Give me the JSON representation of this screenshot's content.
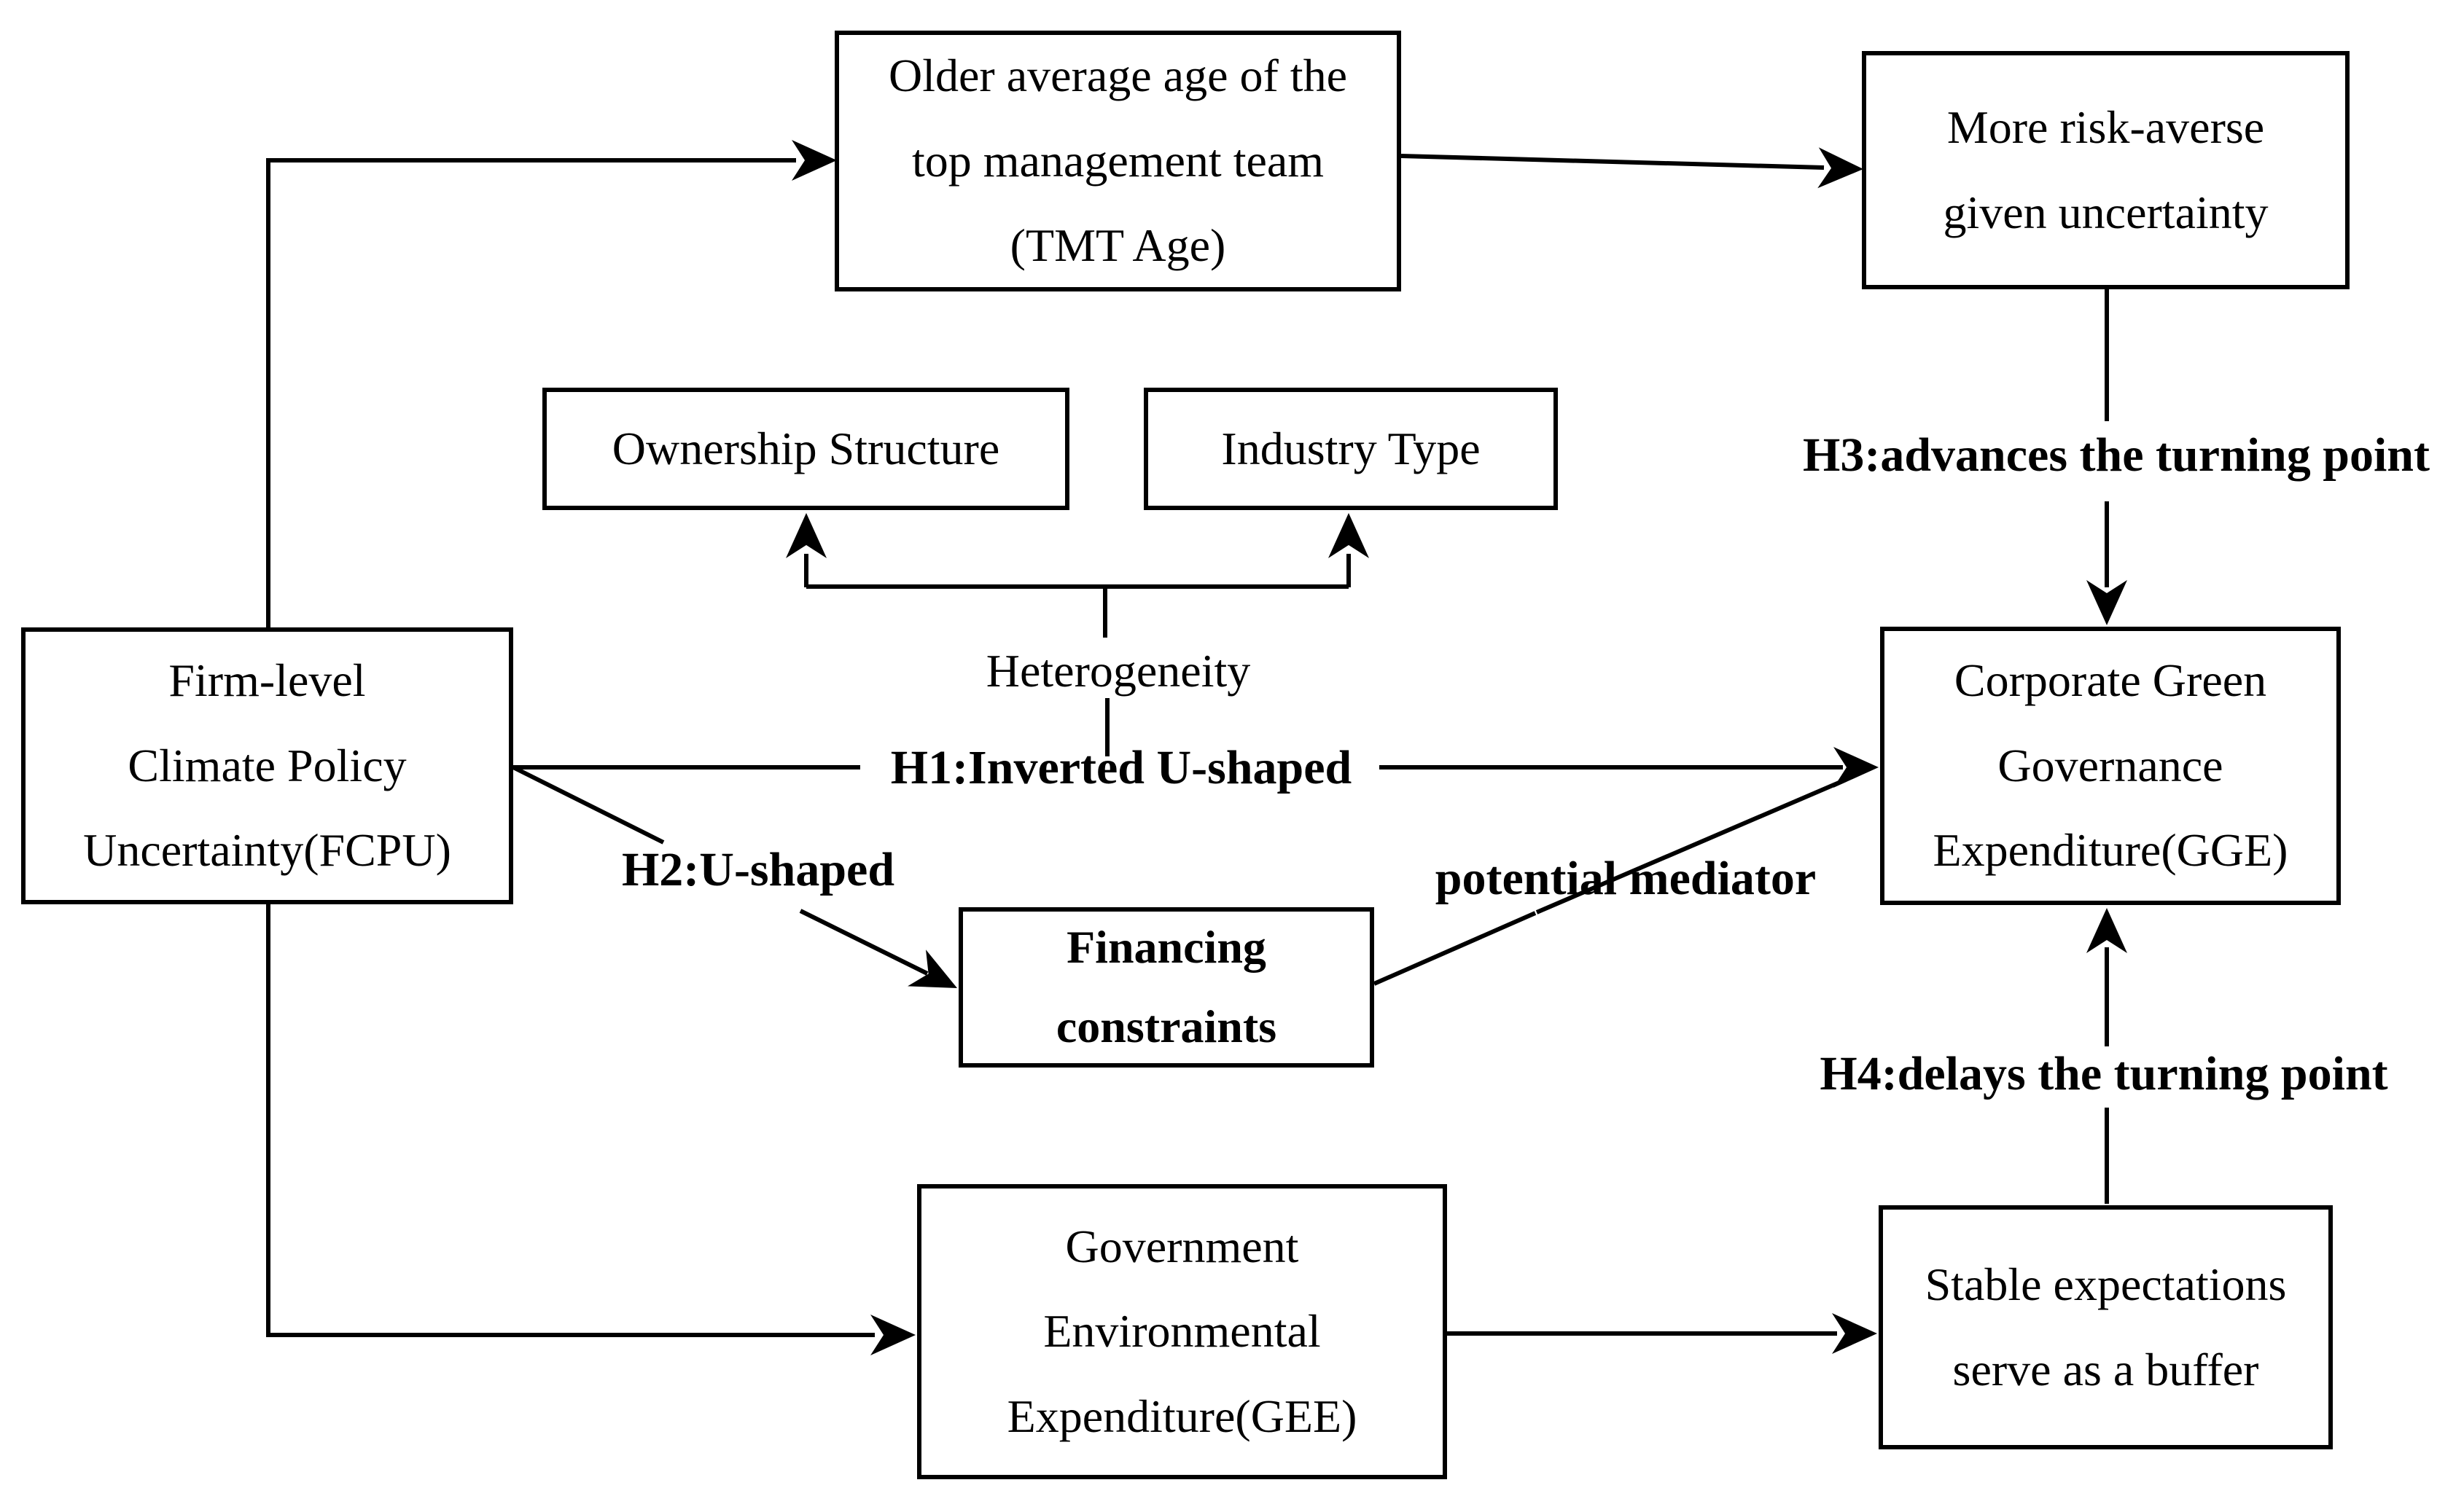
{
  "diagram": {
    "nodes": {
      "tmt": {
        "text": "Older average age of the\ntop management team\n(TMT Age)"
      },
      "risk": {
        "text": "More risk-averse\ngiven uncertainty"
      },
      "ownership": {
        "text": "Ownership Structure"
      },
      "industry": {
        "text": "Industry Type"
      },
      "fcpu": {
        "text": "Firm-level\nClimate Policy\nUncertainty(FCPU)"
      },
      "gge": {
        "text": "Corporate Green\nGovernance\nExpenditure(GGE)"
      },
      "financing": {
        "text": "Financing\nconstraints"
      },
      "gee": {
        "text": "Government\nEnvironmental\nExpenditure(GEE)"
      },
      "stable": {
        "text": "Stable expectations\nserve as a buffer"
      }
    },
    "labels": {
      "h1": "H1:Inverted U-shaped",
      "h2": "H2:U-shaped",
      "h3": "H3:advances the turning point",
      "h4": "H4:delays the turning point",
      "mediator": "potential mediator",
      "heterogeneity": "Heterogeneity"
    },
    "colors": {
      "line": "#000000",
      "background": "#ffffff"
    }
  }
}
